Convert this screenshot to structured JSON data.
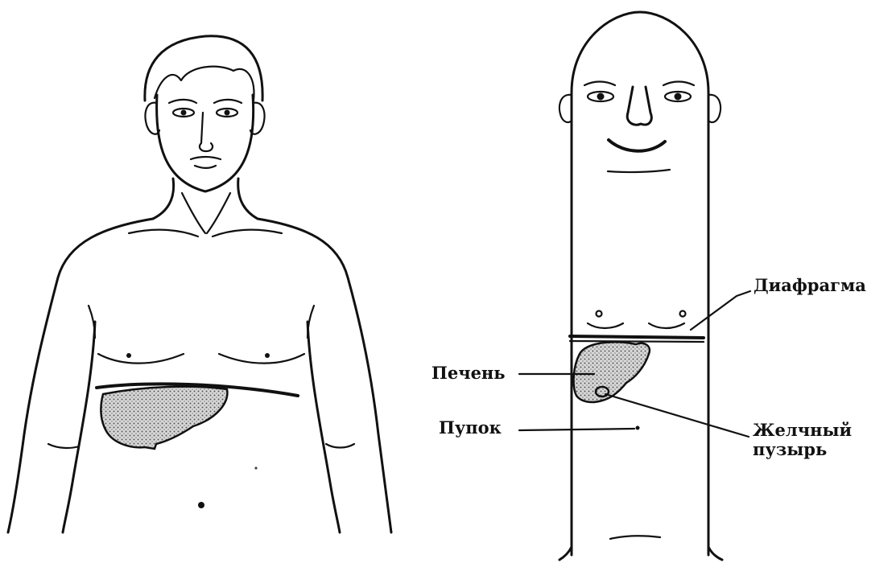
{
  "labels": {
    "diaphragm": "Диафрагма",
    "liver": "Печень",
    "navel": "Пупок",
    "gallbladder_line1": "Желчный",
    "gallbladder_line2": "пузырь"
  },
  "colors": {
    "ink": "#111111",
    "organ_fill": "#bdbdbd",
    "background": "#ffffff"
  }
}
